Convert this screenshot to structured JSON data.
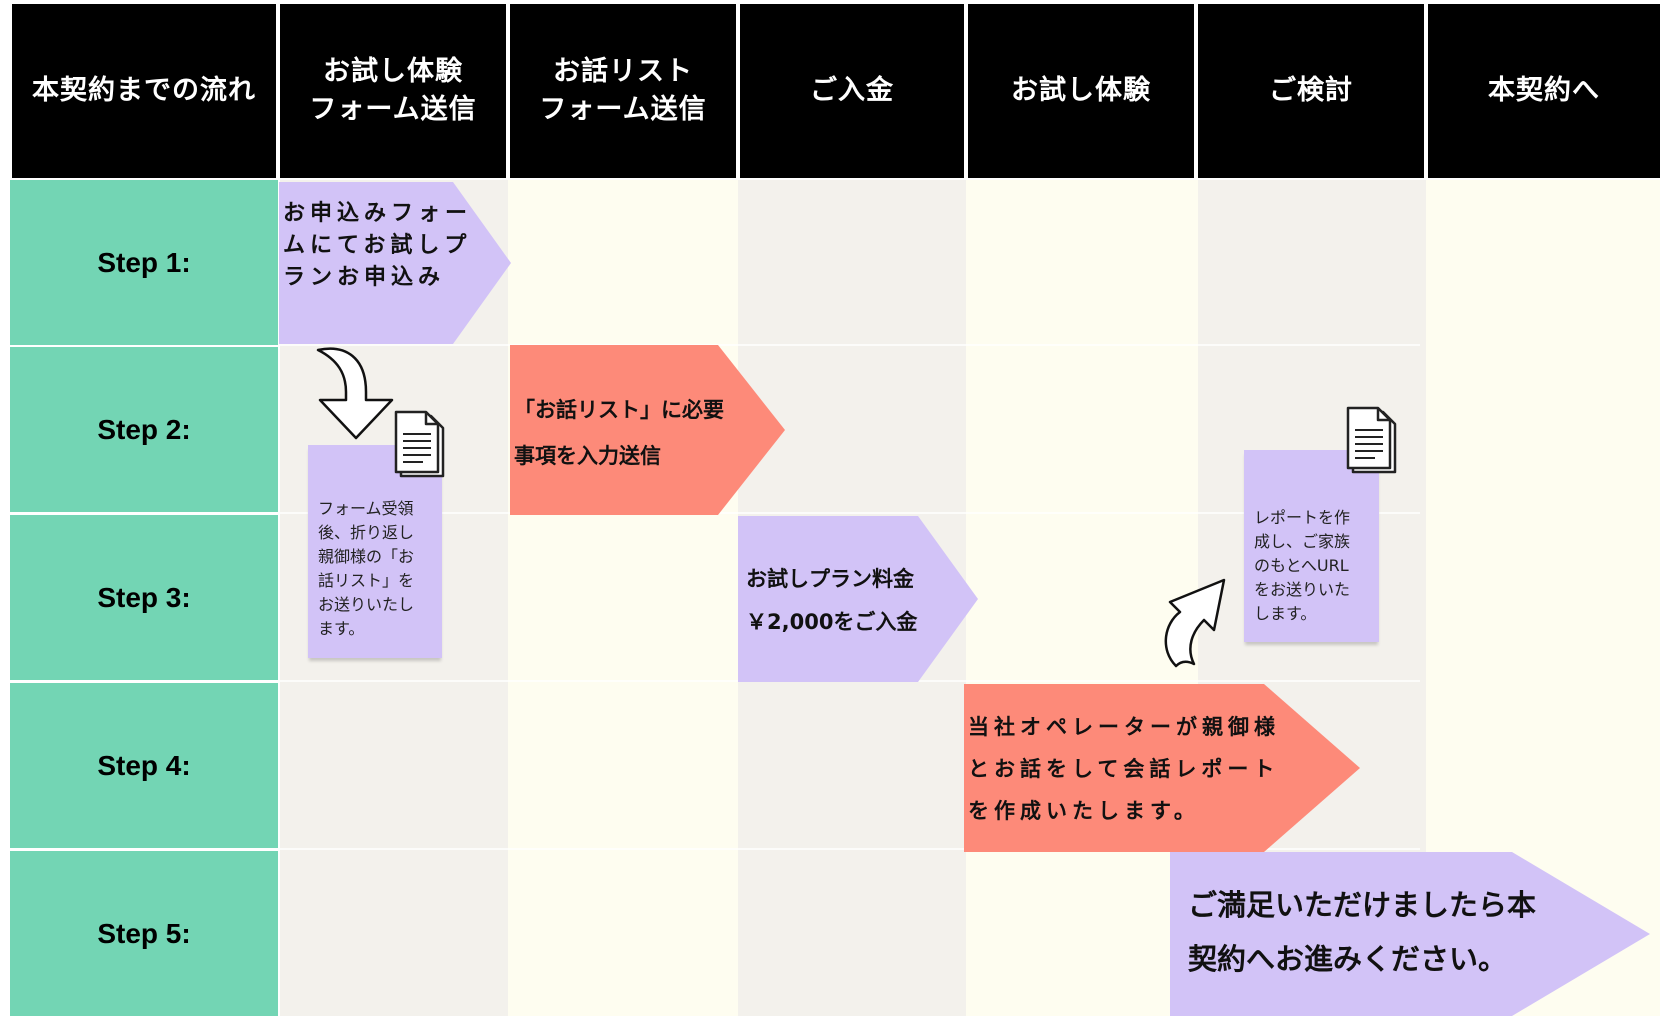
{
  "header": {
    "columns": [
      {
        "label": "本契約までの流れ"
      },
      {
        "label": "お試し体験\nフォーム送信"
      },
      {
        "label": "お話リスト\nフォーム送信"
      },
      {
        "label": "ご入金"
      },
      {
        "label": "お試し体験"
      },
      {
        "label": "ご検討"
      },
      {
        "label": "本契約へ"
      }
    ]
  },
  "steps": [
    {
      "label": "Step 1:"
    },
    {
      "label": "Step 2:"
    },
    {
      "label": "Step 3:"
    },
    {
      "label": "Step 4:"
    },
    {
      "label": "Step 5:"
    }
  ],
  "flow": {
    "step1_text": "お申込みフォー\nムにてお試しプ\nランお申込み",
    "step2_text": "「お話リスト」に必要\n事項を入力送信",
    "step3_text": "お試しプラン料金\n￥2,000をご入金",
    "step4_text": "当社オペレーターが親御様\nとお話をして会話レポート\nを作成いたします。",
    "step5_text": "ご満足いただけましたら本\n契約へお進みください。"
  },
  "notes": {
    "form_note": "フォーム受領\n後、折り返し\n親御様の「お\n話リスト」を\nお送りいたし\nます。",
    "report_note": "レポートを作\n成し、ご家族\nのもとへURL\nをお送りいた\nします。"
  },
  "colors": {
    "header_bg": "#000000",
    "step_green": "#73d5b4",
    "lavender": "#d2c3f7",
    "salmon": "#fd8a79",
    "cream": "#fefdf0",
    "light_gray": "#f3f1ec"
  },
  "icons": [
    "arrow-down-curved-icon",
    "document-icon",
    "arrow-up-curved-icon"
  ]
}
